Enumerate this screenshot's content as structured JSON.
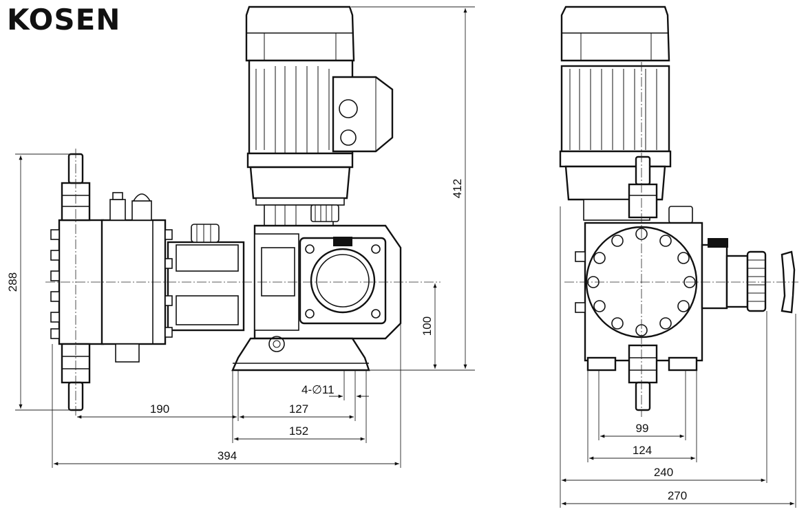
{
  "brand": {
    "logo_text": "KOSEN"
  },
  "dimensions": {
    "height_total": "412",
    "height_side": "288",
    "height_center": "100",
    "len_190": "190",
    "len_127": "127",
    "len_152": "152",
    "len_394": "394",
    "holes": "4-∅11",
    "w_99": "99",
    "w_124": "124",
    "w_240": "240",
    "w_270": "270"
  },
  "colors": {
    "line": "#111111",
    "background": "#ffffff"
  }
}
